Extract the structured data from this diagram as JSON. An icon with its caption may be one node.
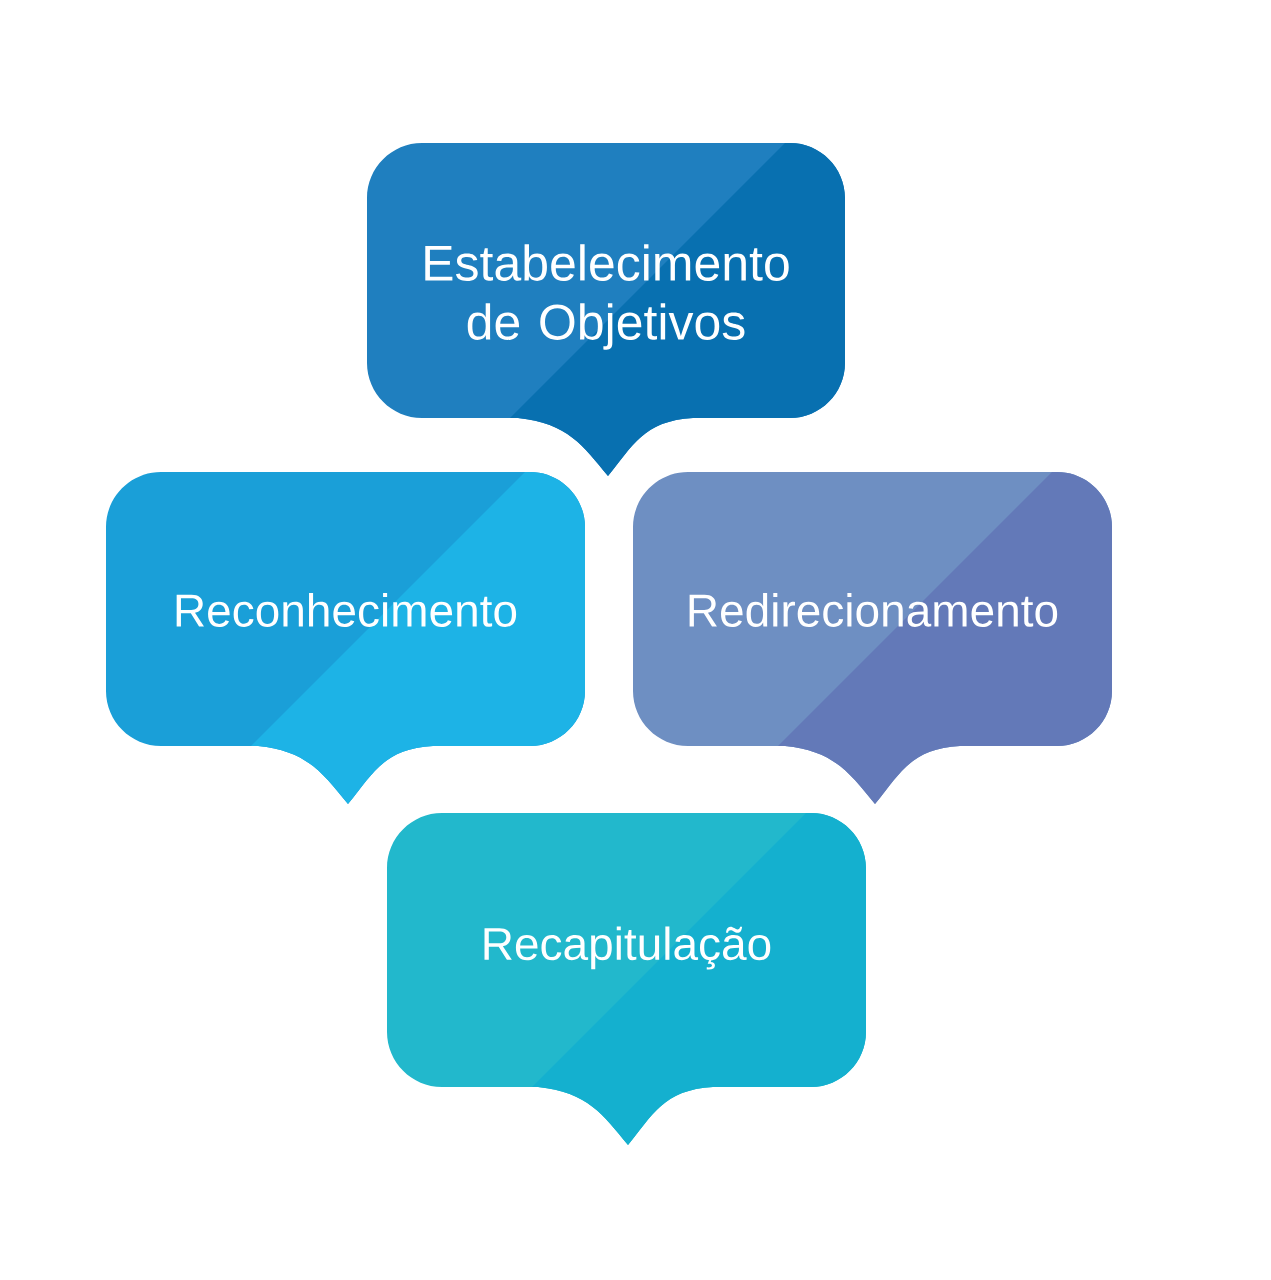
{
  "diagram": {
    "nodes": [
      {
        "text": [
          "Estabelecimento de Objetivos"
        ]
      },
      {
        "text": [
          "Reconhecimento"
        ]
      },
      {
        "text": [
          "Redirecionamento"
        ]
      },
      {
        "text": [
          "Recapitulação"
        ]
      }
    ]
  }
}
